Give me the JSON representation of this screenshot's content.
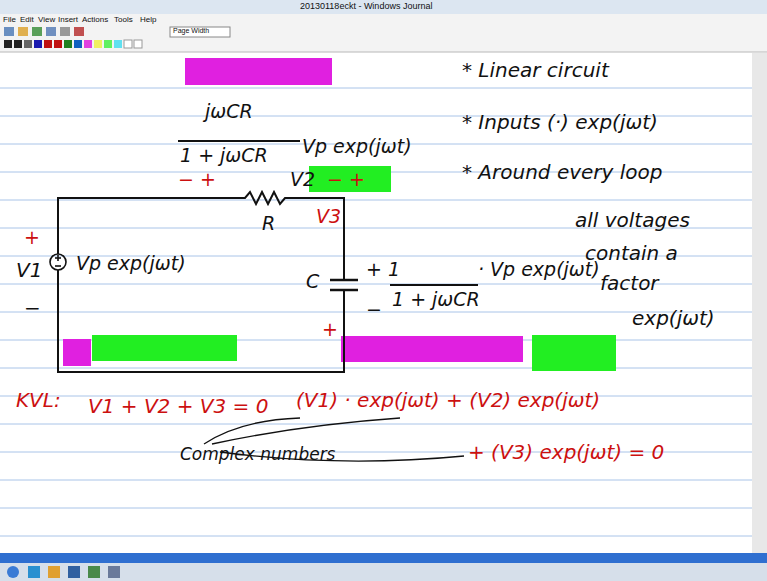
{
  "diagram": {
    "title": "20130118eckt - Windows Journal",
    "labels": [
      "File",
      "Edit",
      "View",
      "Insert",
      "Actions",
      "Tools",
      "Help",
      "Page Width",
      "jωCR",
      "1 + jωCR",
      "Vp exp(jωt)",
      "− +",
      "V2",
      "− +",
      "R",
      "V3",
      "+",
      "V1",
      "−",
      "Vp exp(jωt)",
      "C",
      "+",
      "+ 1",
      "−",
      "1 + jωCR",
      "· Vp exp(jωt)",
      "* Linear circuit",
      "* Inputs (·) exp(jωt)",
      "* Around every loop",
      "all voltages",
      "contain a",
      "factor",
      "exp(jωt)",
      "KVL:",
      "V1 + V2 + V3 = 0",
      "(V1) · exp(jωt) + (V2) exp(jωt)",
      "+ (V3) exp(jωt) = 0",
      "Complex numbers"
    ]
  }
}
